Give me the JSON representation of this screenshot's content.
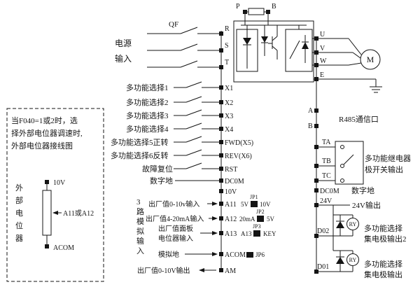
{
  "power": {
    "qf": "QF",
    "l1": "电源",
    "l2": "输入"
  },
  "dc": {
    "p": "P",
    "b": "B"
  },
  "motor": {
    "label": "M"
  },
  "left_inputs": [
    "多功能选择1",
    "多功能选择2",
    "多功能选择3",
    "多功能选择4",
    "多功能选择5正转",
    "多功能选择6反转",
    "故障复位",
    "数字地"
  ],
  "left_terminals": [
    "R",
    "S",
    "T",
    "X1",
    "X2",
    "X3",
    "X4",
    "FWD(X5)",
    "REV(X6)",
    "RST",
    "DC0M",
    "10V",
    "A11",
    "A12",
    "A13",
    "ACOM",
    "AM"
  ],
  "right_terminals": [
    "U",
    "V",
    "W",
    "E",
    "A",
    "B",
    "TA",
    "TB",
    "TC",
    "DC0M",
    "24V",
    "D02",
    "D01"
  ],
  "note": {
    "l1": "当F040=1或2时，选",
    "l2": "择外部电位器调速时,",
    "l3": "外部电位器接线图",
    "vert": [
      "外",
      "部",
      "电",
      "位",
      "器"
    ],
    "top": "10V",
    "wiper": "A11或A12",
    "bottom": "ACOM"
  },
  "analog": {
    "vert": [
      "3",
      "路",
      "模",
      "拟",
      "输",
      "入"
    ],
    "a11": "出厂值0-10v输入",
    "a12": "出厂值4-20mA输入",
    "a13a": "出厂值面板",
    "a13b": "电位器输入",
    "acom": "模拟地",
    "am": "出厂值0-10V输出"
  },
  "jumpers": {
    "jp1": {
      "n": "JP1",
      "l": "5V",
      "r": "10V"
    },
    "jp2": {
      "n": "JP2",
      "l": "20mA",
      "r": "5V"
    },
    "jp3": {
      "n": "JP3",
      "l": "A13",
      "r": "KEY"
    },
    "jp6": {
      "n": "JP6"
    }
  },
  "right": {
    "rs485": "R485通信口",
    "relay1": "多功能继电器",
    "relay2": "极开关输出",
    "dgnd": "数字地",
    "v24out": "24V输出",
    "d02a": "多功能选择",
    "d02b": "集电极输出2",
    "d01a": "多功能选择",
    "d01b": "集电极输出",
    "ry": "RY"
  }
}
